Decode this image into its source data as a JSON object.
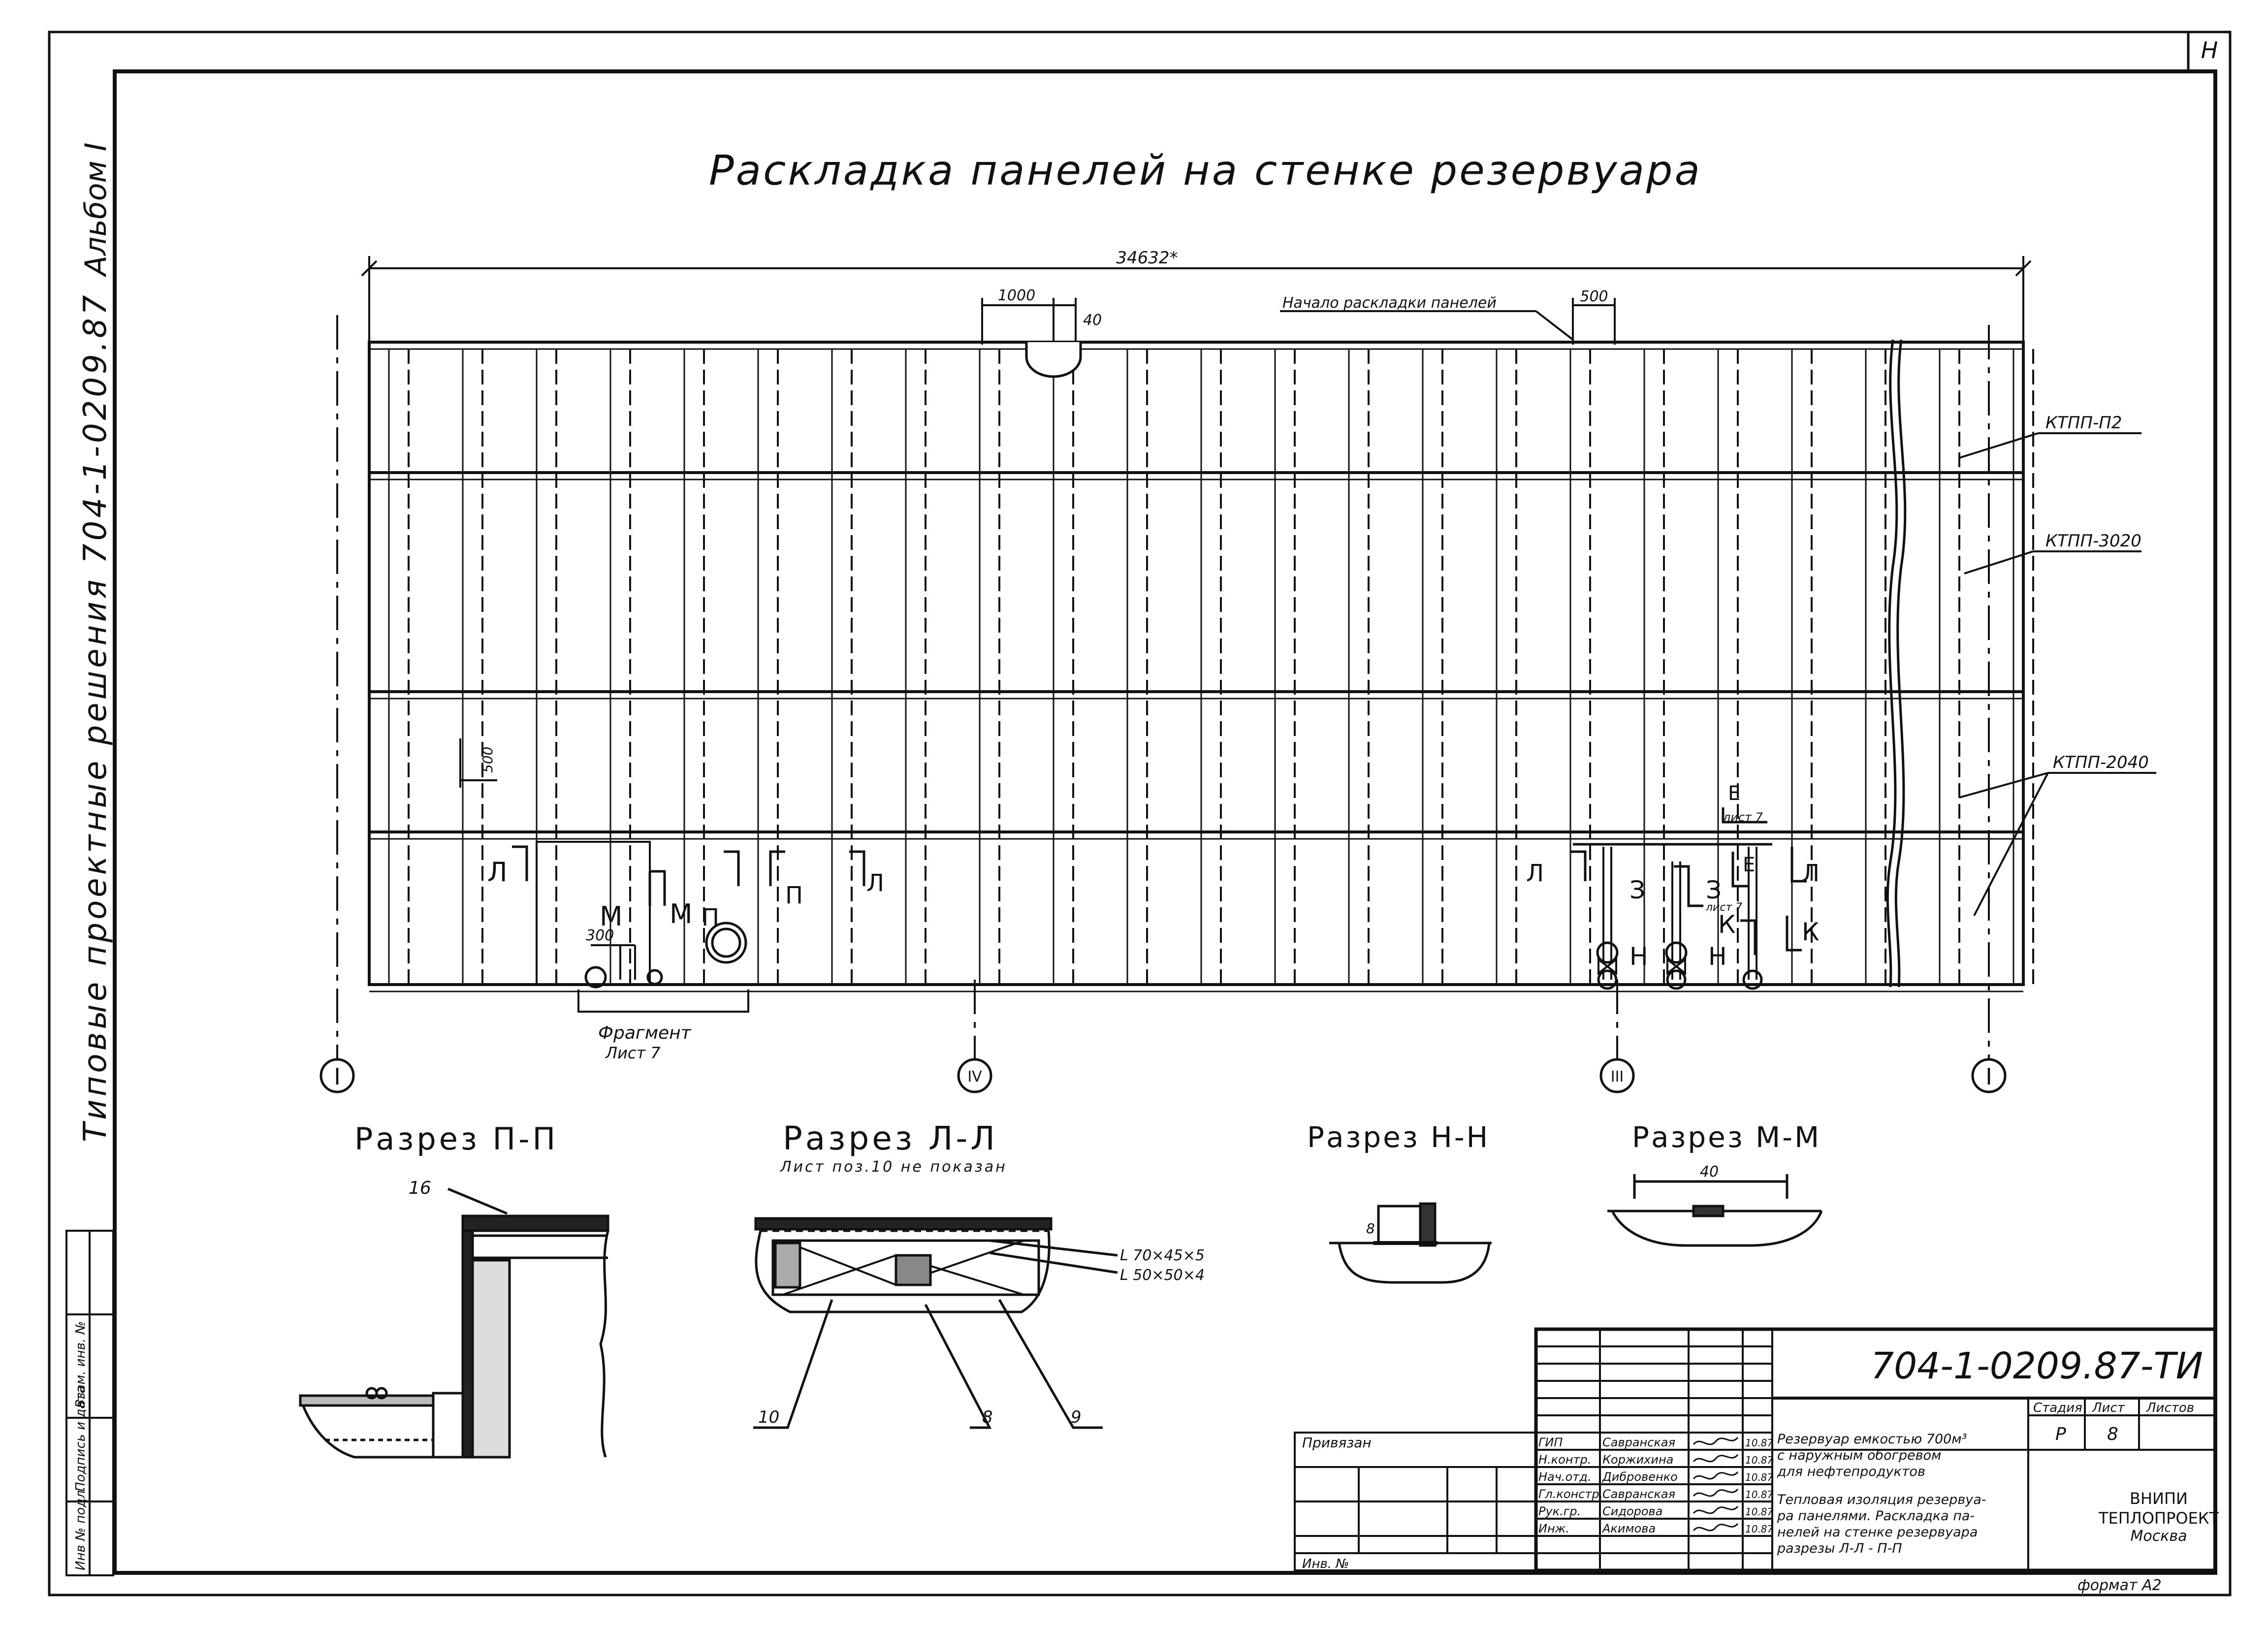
{
  "sheet_corner_mark": "Н",
  "side_titles": {
    "album": "Альбом I",
    "series": "Типовые проектные решения 704-1-0209.87"
  },
  "left_margin_labels": [
    "Инв № подл.",
    "Подпись и дата",
    "Взам. инв. №"
  ],
  "title": "Раскладка панелей на стенке резервуара",
  "dimensions": {
    "overall": "34632*",
    "d1000": "1000",
    "d40": "40",
    "d500_top": "500",
    "d500_left": "500",
    "d300": "300",
    "start_label": "Начало раскладки панелей"
  },
  "panel_labels": [
    "КТПП-П2",
    "КТПП-3020",
    "КТПП-2040"
  ],
  "section_marks": {
    "L_left": "Л",
    "M": "М",
    "M2": "М",
    "P": "П",
    "P2": "П",
    "L_mid": "Л",
    "L_right1": "Л",
    "Z1": "З",
    "Z2": "З",
    "Z_sub": "лист 7",
    "N1": "Н",
    "N2": "Н",
    "K1": "К",
    "K2": "К",
    "E1": "Е",
    "E2": "Е",
    "E_sub": "лист 7",
    "L_right2": "Л"
  },
  "fragment_note": {
    "line1": "Фрагмент",
    "line2": "Лист 7"
  },
  "axes": [
    "I",
    "IV",
    "III",
    "I"
  ],
  "sections": {
    "pp": {
      "title": "Разрез П-П",
      "callout": "16"
    },
    "ll": {
      "title": "Разрез Л-Л",
      "note": "Лист поз.10 не показан",
      "angle1": "L 70×45×5",
      "angle2": "L 50×50×4",
      "pos10": "10",
      "pos8": "8",
      "pos9": "9"
    },
    "nn": {
      "title": "Разрез Н-Н",
      "pos8": "8"
    },
    "mm": {
      "title": "Разрез М-М",
      "dim": "40"
    }
  },
  "title_block": {
    "code": "704-1-0209.87-ТИ",
    "bound": "Привязан",
    "inv": "Инв. №",
    "roles": [
      "ГИП",
      "Н.контр.",
      "Нач.отд.",
      "Гл.констр.",
      "Рук.гр.",
      "Инж."
    ],
    "names": [
      "Савранская",
      "Коржихина",
      "Дибровенко",
      "Савранская",
      "Сидорова",
      "Акимова"
    ],
    "dates": [
      "10.87",
      "10.87",
      "10.87",
      "10.87",
      "10.87",
      "10.87"
    ],
    "object_line1": "Резервуар емкостью 700м³",
    "object_line2": "с наружным обогревом",
    "object_line3": "для нефтепродуктов",
    "sheet_line1": "Тепловая изоляция резервуа-",
    "sheet_line2": "ра панелями. Раскладка па-",
    "sheet_line3": "нелей на стенке резервуара",
    "sheet_line4": "разрезы Л-Л - П-П",
    "stage_h": "Стадия",
    "sheet_h": "Лист",
    "sheets_h": "Листов",
    "stage": "Р",
    "sheet": "8",
    "sheets": "",
    "org1": "ВНИПИ",
    "org2": "ТЕПЛОПРОЕКТ",
    "city": "Москва",
    "format": "формат А2"
  }
}
